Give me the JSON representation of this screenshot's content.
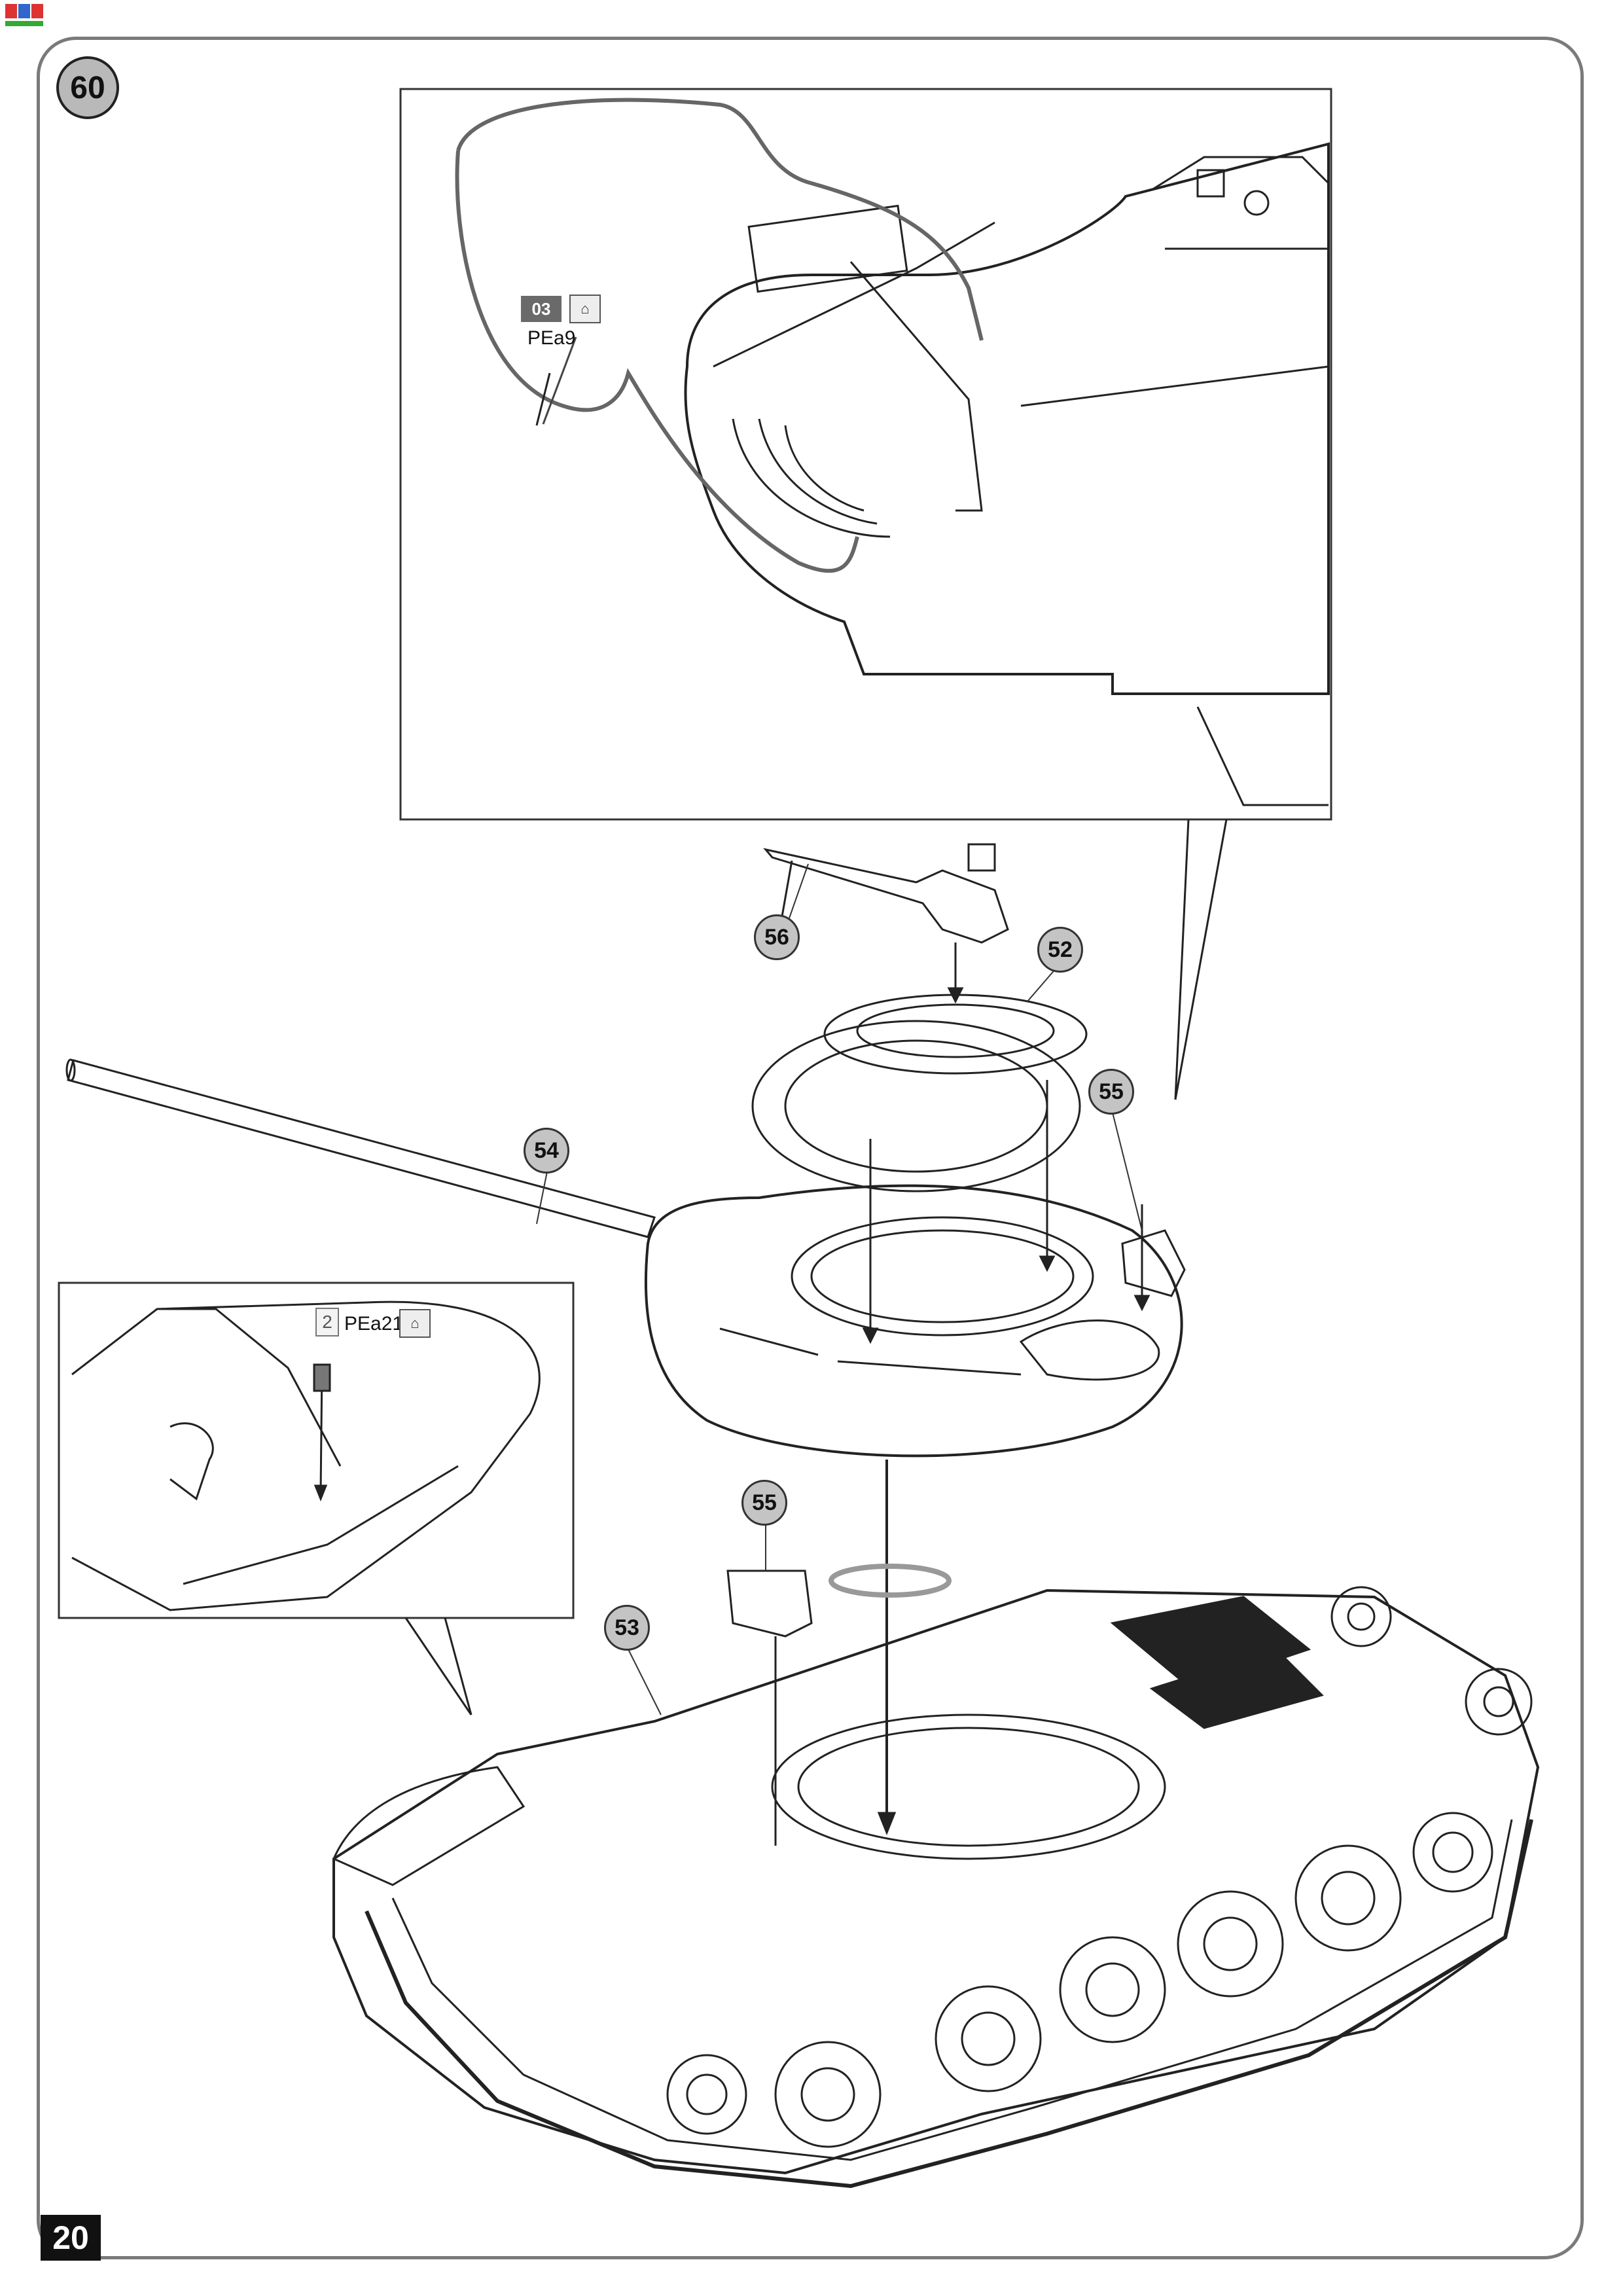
{
  "page": {
    "step_number": "60",
    "page_number": "20"
  },
  "colors": {
    "frame": "#7a7a7a",
    "callout_fill": "#c4c4c4",
    "pe_code_fill": "#6a6a6a",
    "line": "#222222"
  },
  "top_inset": {
    "pe_code": "03",
    "pe_icon": "photo-etch-icon",
    "pe_part": "PEa9"
  },
  "left_inset": {
    "pe_number": "2",
    "pe_part": "PEa21",
    "pe_icon": "photo-etch-icon"
  },
  "part_callouts": [
    "56",
    "52",
    "55",
    "54",
    "55",
    "53"
  ]
}
